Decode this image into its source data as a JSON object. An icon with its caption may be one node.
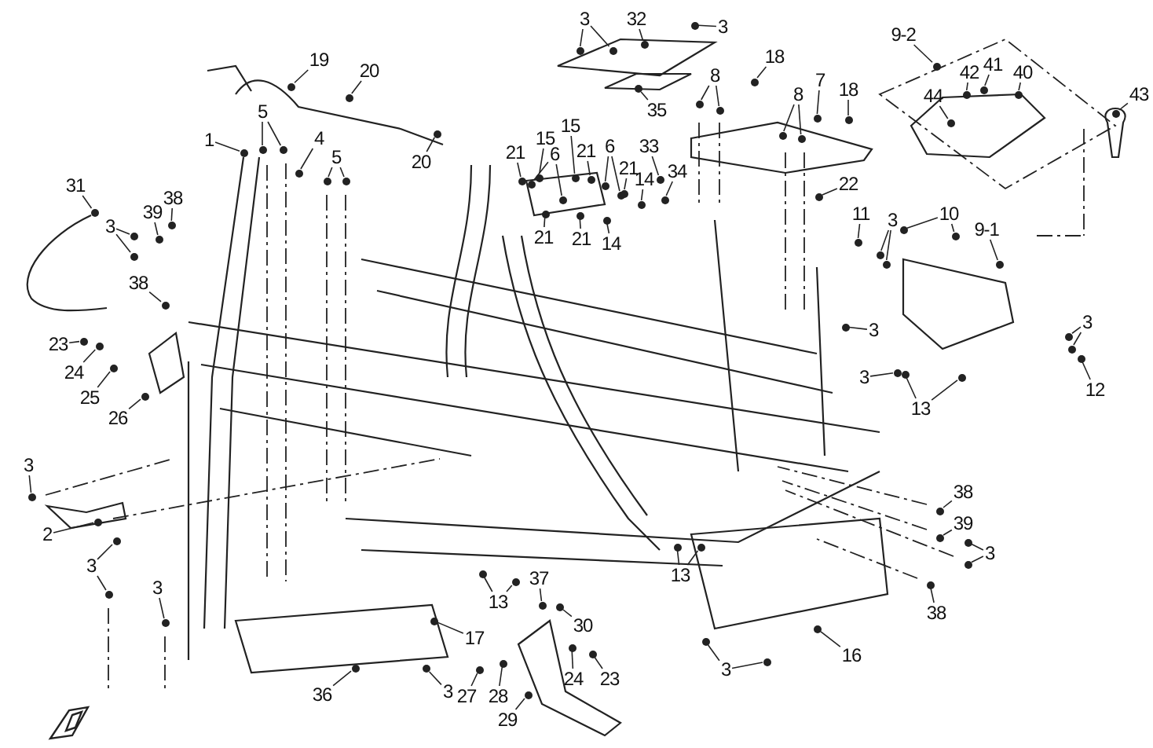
{
  "diagram": {
    "nodes": [
      {
        "text": [
          "1"
        ]
      },
      {
        "text": [
          "19"
        ]
      },
      {
        "text": [
          "20"
        ]
      },
      {
        "text": [
          "20"
        ]
      },
      {
        "text": [
          "5"
        ]
      },
      {
        "text": [
          "4"
        ]
      },
      {
        "text": [
          "5"
        ]
      },
      {
        "text": [
          "31"
        ]
      },
      {
        "text": [
          "38"
        ]
      },
      {
        "text": [
          "39"
        ]
      },
      {
        "text": [
          "3"
        ]
      },
      {
        "text": [
          "38"
        ]
      },
      {
        "text": [
          "23"
        ]
      },
      {
        "text": [
          "24"
        ]
      },
      {
        "text": [
          "25"
        ]
      },
      {
        "text": [
          "26"
        ]
      },
      {
        "text": [
          "3"
        ]
      },
      {
        "text": [
          "2"
        ]
      },
      {
        "text": [
          "3"
        ]
      },
      {
        "text": [
          "3"
        ]
      },
      {
        "text": [
          "17"
        ]
      },
      {
        "text": [
          "36"
        ]
      },
      {
        "text": [
          "3"
        ]
      },
      {
        "text": [
          "13"
        ]
      },
      {
        "text": [
          "37"
        ]
      },
      {
        "text": [
          "30"
        ]
      },
      {
        "text": [
          "27"
        ]
      },
      {
        "text": [
          "28"
        ]
      },
      {
        "text": [
          "29"
        ]
      },
      {
        "text": [
          "24"
        ]
      },
      {
        "text": [
          "23"
        ]
      },
      {
        "text": [
          "16"
        ]
      },
      {
        "text": [
          "3"
        ]
      },
      {
        "text": [
          "13"
        ]
      },
      {
        "text": [
          "38"
        ]
      },
      {
        "text": [
          "39"
        ]
      },
      {
        "text": [
          "3"
        ]
      },
      {
        "text": [
          "38"
        ]
      },
      {
        "text": [
          "3"
        ]
      },
      {
        "text": [
          "13"
        ]
      },
      {
        "text": [
          "12"
        ]
      },
      {
        "text": [
          "3"
        ]
      },
      {
        "text": [
          "3"
        ]
      },
      {
        "text": [
          "11"
        ]
      },
      {
        "text": [
          "3"
        ]
      },
      {
        "text": [
          "10"
        ]
      },
      {
        "text": [
          "9-1"
        ]
      },
      {
        "text": [
          "9-2"
        ]
      },
      {
        "text": [
          "42"
        ]
      },
      {
        "text": [
          "41"
        ]
      },
      {
        "text": [
          "40"
        ]
      },
      {
        "text": [
          "44"
        ]
      },
      {
        "text": [
          "43"
        ]
      },
      {
        "text": [
          "3"
        ]
      },
      {
        "text": [
          "32"
        ]
      },
      {
        "text": [
          "3"
        ]
      },
      {
        "text": [
          "35"
        ]
      },
      {
        "text": [
          "18"
        ]
      },
      {
        "text": [
          "7"
        ]
      },
      {
        "text": [
          "18"
        ]
      },
      {
        "text": [
          "8"
        ]
      },
      {
        "text": [
          "8"
        ]
      },
      {
        "text": [
          "22"
        ]
      },
      {
        "text": [
          "33"
        ]
      },
      {
        "text": [
          "34"
        ]
      },
      {
        "text": [
          "14"
        ]
      },
      {
        "text": [
          "14"
        ]
      },
      {
        "text": [
          "21"
        ]
      },
      {
        "text": [
          "6"
        ]
      },
      {
        "text": [
          "21"
        ]
      },
      {
        "text": [
          "21"
        ]
      },
      {
        "text": [
          "15"
        ]
      },
      {
        "text": [
          "15"
        ]
      },
      {
        "text": [
          "21"
        ]
      },
      {
        "text": [
          "6"
        ]
      },
      {
        "text": [
          "21"
        ]
      },
      {
        "text": [],
        "shape": "circle"
      },
      {
        "text": [],
        "shape": "circle"
      },
      {
        "text": [],
        "shape": "circle"
      },
      {
        "text": [],
        "shape": "circle"
      },
      {
        "text": [],
        "shape": "circle"
      },
      {
        "text": [],
        "shape": "circle"
      },
      {
        "text": [],
        "shape": "circle"
      },
      {
        "text": [],
        "shape": "circle"
      },
      {
        "text": [],
        "shape": "circle"
      },
      {
        "text": [],
        "shape": "circle"
      },
      {
        "text": [],
        "shape": "circle"
      },
      {
        "text": [],
        "shape": "circle"
      },
      {
        "text": [],
        "shape": "circle"
      },
      {
        "text": [],
        "shape": "circle"
      },
      {
        "text": [],
        "shape": "circle"
      },
      {
        "text": [],
        "shape": "circle"
      },
      {
        "text": [],
        "shape": "circle"
      },
      {
        "text": [],
        "shape": "circle"
      },
      {
        "text": [],
        "shape": "circle"
      },
      {
        "text": [],
        "shape": "circle"
      },
      {
        "text": [],
        "shape": "circle"
      },
      {
        "text": [],
        "shape": "circle"
      },
      {
        "text": [],
        "shape": "circle"
      },
      {
        "text": [],
        "shape": "circle"
      },
      {
        "text": [],
        "shape": "circle"
      },
      {
        "text": [],
        "shape": "circle"
      },
      {
        "text": [],
        "shape": "circle"
      },
      {
        "text": [],
        "shape": "circle"
      },
      {
        "text": [],
        "shape": "circle"
      },
      {
        "text": [],
        "shape": "circle"
      },
      {
        "text": [],
        "shape": "circle"
      },
      {
        "text": [],
        "shape": "circle"
      },
      {
        "text": [],
        "shape": "circle"
      },
      {
        "text": [],
        "shape": "circle"
      },
      {
        "text": [],
        "shape": "circle"
      },
      {
        "text": [],
        "shape": "circle"
      },
      {
        "text": [],
        "shape": "circle"
      },
      {
        "text": [],
        "shape": "circle"
      },
      {
        "text": [],
        "shape": "circle"
      },
      {
        "text": [],
        "shape": "circle"
      },
      {
        "text": [],
        "shape": "circle"
      },
      {
        "text": [],
        "shape": "circle"
      },
      {
        "text": [],
        "shape": "circle"
      },
      {
        "text": [],
        "shape": "circle"
      },
      {
        "text": [],
        "shape": "circle"
      },
      {
        "text": [],
        "shape": "circle"
      },
      {
        "text": [],
        "shape": "circle"
      },
      {
        "text": [],
        "shape": "circle"
      },
      {
        "text": [],
        "shape": "circle"
      },
      {
        "text": [],
        "shape": "circle"
      },
      {
        "text": [],
        "shape": "circle"
      },
      {
        "text": [],
        "shape": "circle"
      },
      {
        "text": [],
        "shape": "circle"
      },
      {
        "text": [],
        "shape": "circle"
      },
      {
        "text": [],
        "shape": "circle"
      },
      {
        "text": [],
        "shape": "circle"
      },
      {
        "text": [],
        "shape": "circle"
      },
      {
        "text": [],
        "shape": "circle"
      },
      {
        "text": [],
        "shape": "circle"
      },
      {
        "text": [],
        "shape": "circle"
      },
      {
        "text": [],
        "shape": "circle"
      },
      {
        "text": [],
        "shape": "circle"
      },
      {
        "text": [],
        "shape": "circle"
      },
      {
        "text": [],
        "shape": "circle"
      },
      {
        "text": [],
        "shape": "circle"
      },
      {
        "text": [],
        "shape": "circle"
      },
      {
        "text": [],
        "shape": "circle"
      },
      {
        "text": [],
        "shape": "circle"
      },
      {
        "text": [],
        "shape": "circle"
      },
      {
        "text": [],
        "shape": "circle"
      },
      {
        "text": [],
        "shape": "circle"
      },
      {
        "text": [],
        "shape": "circle"
      },
      {
        "text": [],
        "shape": "circle"
      },
      {
        "text": [],
        "shape": "circle"
      },
      {
        "text": [],
        "shape": "circle"
      },
      {
        "text": [],
        "shape": "circle"
      },
      {
        "text": [],
        "shape": "circle"
      },
      {
        "text": [],
        "shape": "circle"
      },
      {
        "text": [],
        "shape": "circle"
      },
      {
        "text": [],
        "shape": "circle"
      },
      {
        "text": [],
        "shape": "circle"
      },
      {
        "text": [],
        "shape": "circle"
      },
      {
        "text": [],
        "shape": "circle"
      },
      {
        "text": [],
        "shape": "circle"
      },
      {
        "text": [],
        "shape": "circle"
      },
      {
        "text": [],
        "shape": "circle"
      },
      {
        "text": [],
        "shape": "circle"
      },
      {
        "text": [],
        "shape": "circle"
      },
      {
        "text": [],
        "shape": "circle"
      },
      {
        "text": [],
        "shape": "circle"
      },
      {
        "text": [],
        "shape": "circle"
      },
      {
        "text": [],
        "shape": "circle"
      },
      {
        "text": [],
        "shape": "circle"
      }
    ],
    "edges": [
      {
        "from": 0,
        "to": 76,
        "arrow": "none"
      },
      {
        "from": 1,
        "to": 77,
        "arrow": "none"
      },
      {
        "from": 2,
        "to": 78,
        "arrow": "none"
      },
      {
        "from": 3,
        "to": 79,
        "arrow": "none"
      },
      {
        "from": 4,
        "to": 80,
        "arrow": "none"
      },
      {
        "from": 4,
        "to": 81,
        "arrow": "none"
      },
      {
        "from": 5,
        "to": 82,
        "arrow": "none"
      },
      {
        "from": 6,
        "to": 83,
        "arrow": "none"
      },
      {
        "from": 6,
        "to": 84,
        "arrow": "none"
      },
      {
        "from": 7,
        "to": 85,
        "arrow": "none"
      },
      {
        "from": 8,
        "to": 86,
        "arrow": "none"
      },
      {
        "from": 9,
        "to": 87,
        "arrow": "none"
      },
      {
        "from": 10,
        "to": 88,
        "arrow": "none"
      },
      {
        "from": 10,
        "to": 89,
        "arrow": "none"
      },
      {
        "from": 11,
        "to": 90,
        "arrow": "none"
      },
      {
        "from": 12,
        "to": 91,
        "arrow": "none"
      },
      {
        "from": 13,
        "to": 92,
        "arrow": "none"
      },
      {
        "from": 14,
        "to": 93,
        "arrow": "none"
      },
      {
        "from": 15,
        "to": 94,
        "arrow": "none"
      },
      {
        "from": 16,
        "to": 95,
        "arrow": "none"
      },
      {
        "from": 17,
        "to": 96,
        "arrow": "none"
      },
      {
        "from": 18,
        "to": 97,
        "arrow": "none"
      },
      {
        "from": 18,
        "to": 98,
        "arrow": "none"
      },
      {
        "from": 19,
        "to": 99,
        "arrow": "none"
      },
      {
        "from": 20,
        "to": 100,
        "arrow": "none"
      },
      {
        "from": 21,
        "to": 101,
        "arrow": "none"
      },
      {
        "from": 22,
        "to": 102,
        "arrow": "none"
      },
      {
        "from": 23,
        "to": 103,
        "arrow": "none"
      },
      {
        "from": 23,
        "to": 104,
        "arrow": "none"
      },
      {
        "from": 24,
        "to": 105,
        "arrow": "none"
      },
      {
        "from": 25,
        "to": 106,
        "arrow": "none"
      },
      {
        "from": 26,
        "to": 107,
        "arrow": "none"
      },
      {
        "from": 27,
        "to": 108,
        "arrow": "none"
      },
      {
        "from": 28,
        "to": 109,
        "arrow": "none"
      },
      {
        "from": 29,
        "to": 110,
        "arrow": "none"
      },
      {
        "from": 30,
        "to": 111,
        "arrow": "none"
      },
      {
        "from": 31,
        "to": 112,
        "arrow": "none"
      },
      {
        "from": 32,
        "to": 113,
        "arrow": "none"
      },
      {
        "from": 32,
        "to": 114,
        "arrow": "none"
      },
      {
        "from": 33,
        "to": 115,
        "arrow": "none"
      },
      {
        "from": 33,
        "to": 116,
        "arrow": "none"
      },
      {
        "from": 34,
        "to": 117,
        "arrow": "none"
      },
      {
        "from": 35,
        "to": 118,
        "arrow": "none"
      },
      {
        "from": 36,
        "to": 119,
        "arrow": "none"
      },
      {
        "from": 36,
        "to": 120,
        "arrow": "none"
      },
      {
        "from": 37,
        "to": 121,
        "arrow": "none"
      },
      {
        "from": 38,
        "to": 122,
        "arrow": "none"
      },
      {
        "from": 39,
        "to": 123,
        "arrow": "none"
      },
      {
        "from": 39,
        "to": 124,
        "arrow": "none"
      },
      {
        "from": 40,
        "to": 125,
        "arrow": "none"
      },
      {
        "from": 41,
        "to": 126,
        "arrow": "none"
      },
      {
        "from": 41,
        "to": 127,
        "arrow": "none"
      },
      {
        "from": 42,
        "to": 128,
        "arrow": "none"
      },
      {
        "from": 43,
        "to": 129,
        "arrow": "none"
      },
      {
        "from": 44,
        "to": 130,
        "arrow": "none"
      },
      {
        "from": 44,
        "to": 131,
        "arrow": "none"
      },
      {
        "from": 45,
        "to": 132,
        "arrow": "none"
      },
      {
        "from": 45,
        "to": 133,
        "arrow": "none"
      },
      {
        "from": 46,
        "to": 134,
        "arrow": "none"
      },
      {
        "from": 47,
        "to": 135,
        "arrow": "none"
      },
      {
        "from": 48,
        "to": 136,
        "arrow": "none"
      },
      {
        "from": 49,
        "to": 137,
        "arrow": "none"
      },
      {
        "from": 50,
        "to": 138,
        "arrow": "none"
      },
      {
        "from": 51,
        "to": 139,
        "arrow": "none"
      },
      {
        "from": 52,
        "to": 140,
        "arrow": "none"
      },
      {
        "from": 53,
        "to": 141,
        "arrow": "none"
      },
      {
        "from": 53,
        "to": 142,
        "arrow": "none"
      },
      {
        "from": 54,
        "to": 143,
        "arrow": "none"
      },
      {
        "from": 55,
        "to": 144,
        "arrow": "none"
      },
      {
        "from": 56,
        "to": 145,
        "arrow": "none"
      },
      {
        "from": 57,
        "to": 146,
        "arrow": "none"
      },
      {
        "from": 58,
        "to": 147,
        "arrow": "none"
      },
      {
        "from": 59,
        "to": 148,
        "arrow": "none"
      },
      {
        "from": 60,
        "to": 149,
        "arrow": "none"
      },
      {
        "from": 60,
        "to": 150,
        "arrow": "none"
      },
      {
        "from": 61,
        "to": 151,
        "arrow": "none"
      },
      {
        "from": 61,
        "to": 152,
        "arrow": "none"
      },
      {
        "from": 62,
        "to": 153,
        "arrow": "none"
      },
      {
        "from": 63,
        "to": 154,
        "arrow": "none"
      },
      {
        "from": 64,
        "to": 155,
        "arrow": "none"
      },
      {
        "from": 65,
        "to": 156,
        "arrow": "none"
      },
      {
        "from": 66,
        "to": 157,
        "arrow": "none"
      },
      {
        "from": 67,
        "to": 158,
        "arrow": "none"
      },
      {
        "from": 68,
        "to": 159,
        "arrow": "none"
      },
      {
        "from": 68,
        "to": 160,
        "arrow": "none"
      },
      {
        "from": 69,
        "to": 161,
        "arrow": "none"
      },
      {
        "from": 70,
        "to": 162,
        "arrow": "none"
      },
      {
        "from": 71,
        "to": 163,
        "arrow": "none"
      },
      {
        "from": 72,
        "to": 164,
        "arrow": "none"
      },
      {
        "from": 73,
        "to": 165,
        "arrow": "none"
      },
      {
        "from": 74,
        "to": 166,
        "arrow": "none"
      },
      {
        "from": 74,
        "to": 167,
        "arrow": "none"
      },
      {
        "from": 75,
        "to": 168,
        "arrow": "none"
      }
    ]
  }
}
